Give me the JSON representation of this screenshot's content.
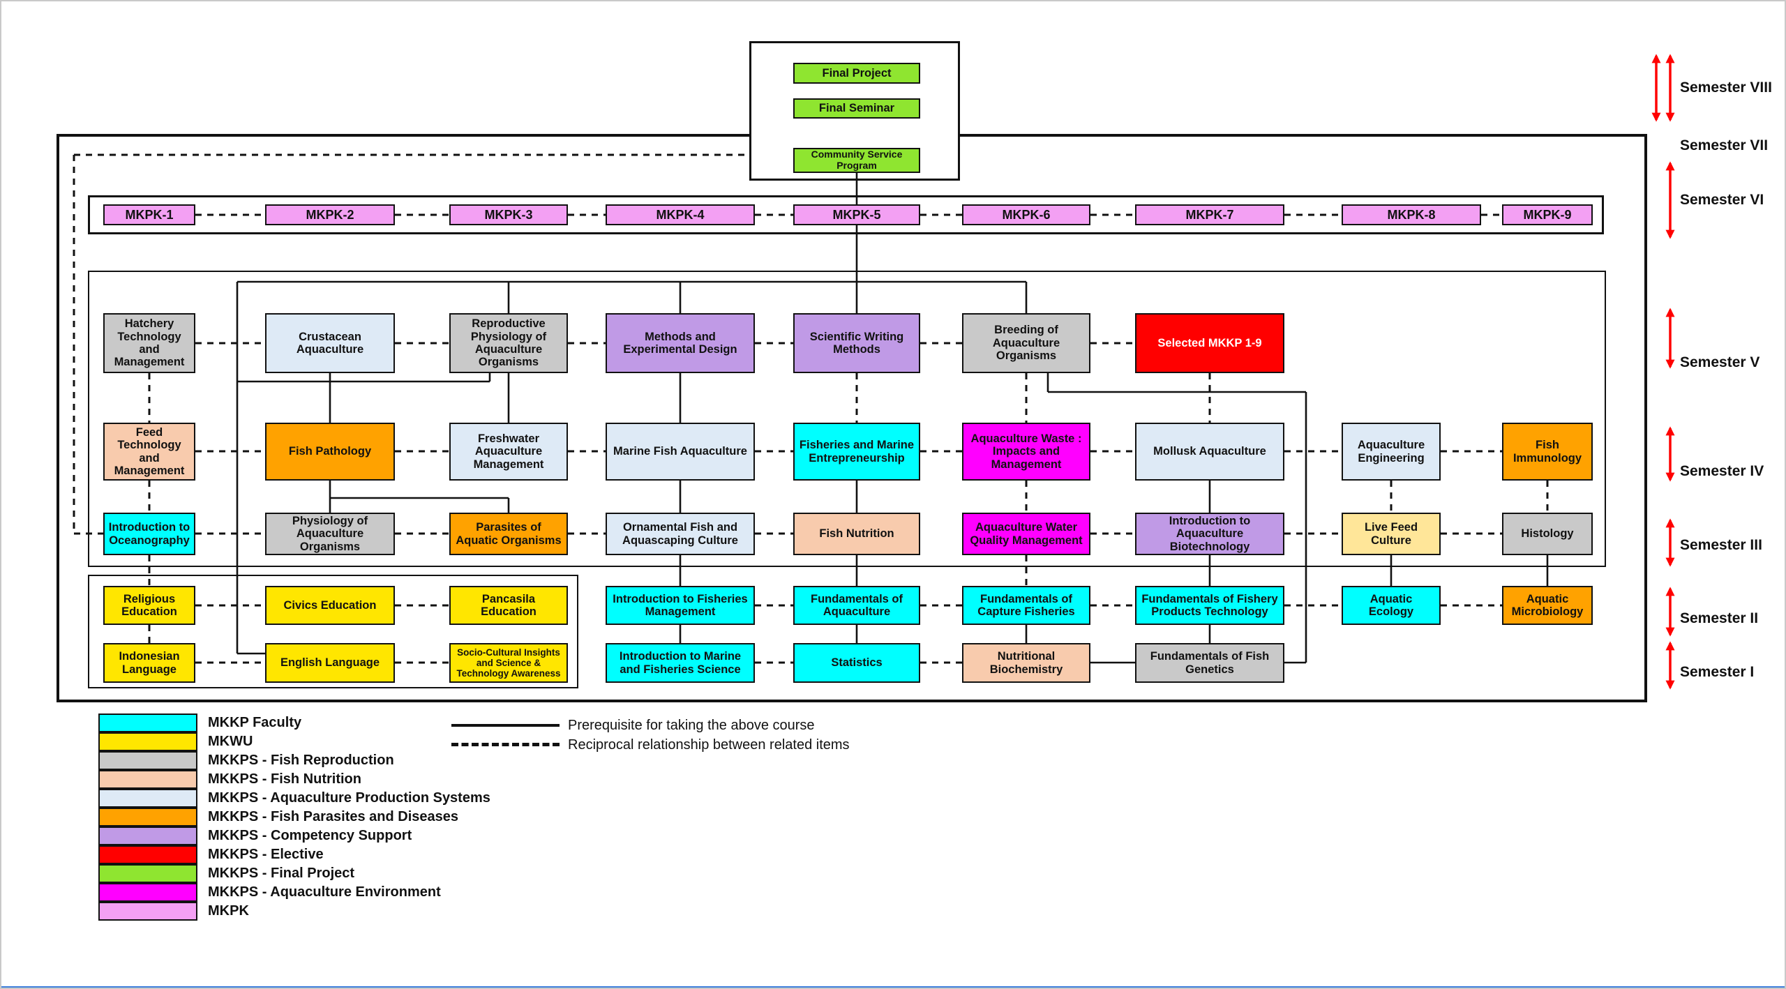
{
  "colors": {
    "mkkp_faculty": "#00FFFF",
    "mkwu": "#FFE600",
    "fish_reproduction": "#C9C9C9",
    "fish_nutrition": "#F8CBAD",
    "aquaculture_production": "#DEEAF6",
    "fish_parasites": "#FFA200",
    "competency_support": "#C09AE6",
    "elective": "#FF0000",
    "final_project": "#8FE530",
    "aquaculture_environment": "#FF00FF",
    "mkpk": "#F3A0F3",
    "live_feed": "#FFE699",
    "semester_arrow": "#FF0000",
    "bottom_edge": "#3D7EDB"
  },
  "final_block": {
    "final_project": "Final Project",
    "final_seminar": "Final Seminar",
    "community_service": "Community Service Program"
  },
  "mkpk_row": [
    "MKPK-1",
    "MKPK-2",
    "MKPK-3",
    "MKPK-4",
    "MKPK-5",
    "MKPK-6",
    "MKPK-7",
    "MKPK-8",
    "MKPK-9"
  ],
  "semesters": {
    "v": [
      "Hatchery Technology and Management",
      "Crustacean Aquaculture",
      "Reproductive Physiology of Aquaculture Organisms",
      "Methods and Experimental Design",
      "Scientific Writing Methods",
      "Breeding of Aquaculture Organisms",
      "Selected MKKP 1-9"
    ],
    "iv": [
      "Feed Technology and Management",
      "Fish Pathology",
      "Freshwater Aquaculture Management",
      "Marine Fish Aquaculture",
      "Fisheries and Marine Entrepreneurship",
      "Aquaculture Waste : Impacts and Management",
      "Mollusk Aquaculture",
      "Aquaculture Engineering",
      "Fish Immunology"
    ],
    "iii": [
      "Introduction to Oceanography",
      "Physiology of Aquaculture Organisms",
      "Parasites of Aquatic Organisms",
      "Ornamental Fish and Aquascaping Culture",
      "Fish Nutrition",
      "Aquaculture Water Quality Management",
      "Introduction to Aquaculture Biotechnology",
      "Live Feed Culture",
      "Histology"
    ],
    "ii": [
      "Religious Education",
      "Civics Education",
      "Pancasila Education",
      "Introduction to Fisheries Management",
      "Fundamentals of Aquaculture",
      "Fundamentals of Capture Fisheries",
      "Fundamentals of Fishery Products Technology",
      "Aquatic Ecology",
      "Aquatic Microbiology"
    ],
    "i": [
      "Indonesian Language",
      "English Language",
      "Socio-Cultural Insights and Science & Technology Awareness",
      "Introduction to Marine and Fisheries Science",
      "Statistics",
      "Nutritional Biochemistry",
      "Fundamentals of Fish Genetics"
    ]
  },
  "semester_labels": [
    "Semester VIII",
    "Semester VII",
    "Semester VI",
    "Semester V",
    "Semester IV",
    "Semester III",
    "Semester II",
    "Semester I"
  ],
  "legend": {
    "labels": [
      "MKKP Faculty",
      "MKWU",
      "MKKPS - Fish Reproduction",
      "MKKPS - Fish Nutrition",
      "MKKPS - Aquaculture Production Systems",
      "MKKPS - Fish Parasites and Diseases",
      "MKKPS - Competency Support",
      "MKKPS - Elective",
      "MKKPS - Final Project",
      "MKKPS - Aquaculture Environment",
      "MKPK"
    ],
    "solid_line_label": "Prerequisite for taking the above course",
    "dashed_line_label": "Reciprocal relationship between related items"
  }
}
